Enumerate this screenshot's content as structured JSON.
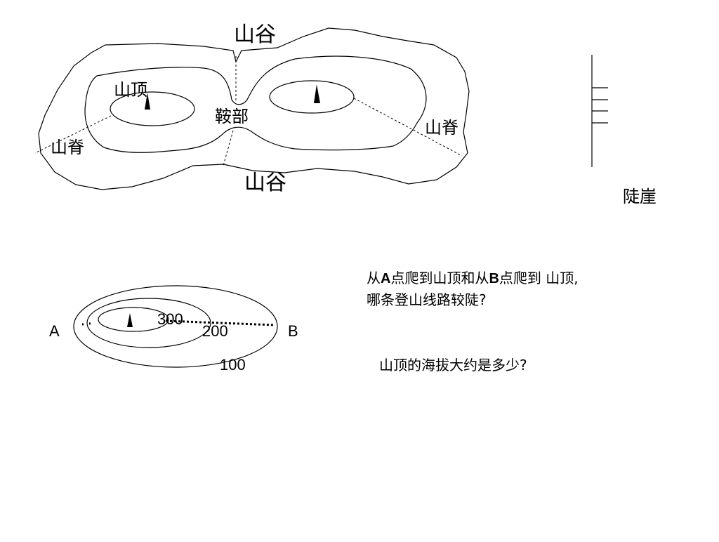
{
  "map_top": {
    "valley_top": "山谷",
    "valley_bottom": "山谷",
    "peak": "山顶",
    "saddle": "鞍部",
    "ridge_left": "山脊",
    "ridge_right": "山脊"
  },
  "cliff": {
    "label": "陡崖"
  },
  "map_bottom": {
    "point_a": "A",
    "point_b": "B",
    "contour_300": "300",
    "contour_200": "200",
    "contour_100": "100"
  },
  "questions": {
    "q1_part1": "从",
    "q1_a": "A",
    "q1_part2": "点爬到山顶和从",
    "q1_b": "B",
    "q1_part3": "点爬到 山顶,",
    "q1_line2": "哪条登山线路较陡?",
    "q2": "山顶的海拔大约是多少?"
  }
}
